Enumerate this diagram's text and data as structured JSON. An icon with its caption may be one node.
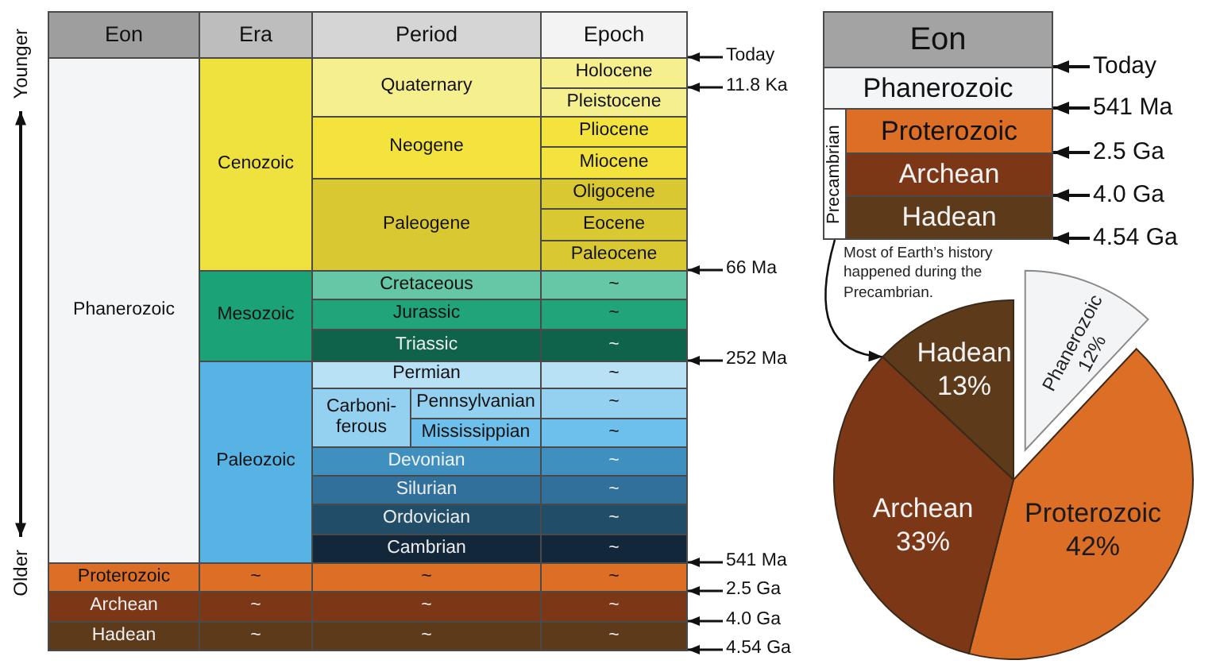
{
  "diagram": {
    "nodes": [
      {
        "text": [
          "Precambrian"
        ]
      },
      {
        "text": [],
        "shape": "circle"
      }
    ],
    "edges": [
      {
        "from": 0,
        "to": 1,
        "arrow": "to"
      }
    ],
    "labels": [
      "Younger",
      "Eon",
      "Era",
      "Period",
      "Epoch",
      "Phanerozoic",
      "Cenozoic",
      "Quaternary",
      "Holocene",
      "Pleistocene",
      "Neogene",
      "Pliocene",
      "Miocene",
      "Paleogene",
      "Oligocene",
      "Eocene",
      "Paleocene",
      "Mesozoic",
      "Cretaceous",
      "~",
      "Jurassic",
      "~",
      "Triassic",
      "~",
      "Paleozoic",
      "Permian",
      "~",
      "Carboni-ferous",
      "Pennsylvanian",
      "~",
      "Mississippian",
      "~",
      "Devonian",
      "~",
      "Silurian",
      "~",
      "Ordovician",
      "~",
      "Cambrian",
      "~",
      "Proterozoic",
      "~",
      "~",
      "~",
      "Archean",
      "~",
      "~",
      "~",
      "Hadean",
      "~",
      "~",
      "~",
      "Older",
      "Today",
      "11.8 Ka",
      "66 Ma",
      "252 Ma",
      "541 Ma",
      "2.5 Ga",
      "4.0 Ga",
      "4.54 Ga",
      "Eon",
      "Phanerozoic",
      "Proterozoic",
      "Archean",
      "Hadean",
      "Today",
      "541 Ma",
      "2.5 Ga",
      "4.0 Ga",
      "4.54 Ga",
      "Most of Earth’s history happened during the Precambrian."
    ],
    "chart_data": {
      "type": "pie",
      "categories": [
        "Phanerozoic",
        "Proterozoic",
        "Archean",
        "Hadean"
      ],
      "values": [
        12,
        42,
        33,
        13
      ],
      "value_labels": [
        "12%",
        "42%",
        "33%",
        "13%"
      ]
    }
  }
}
